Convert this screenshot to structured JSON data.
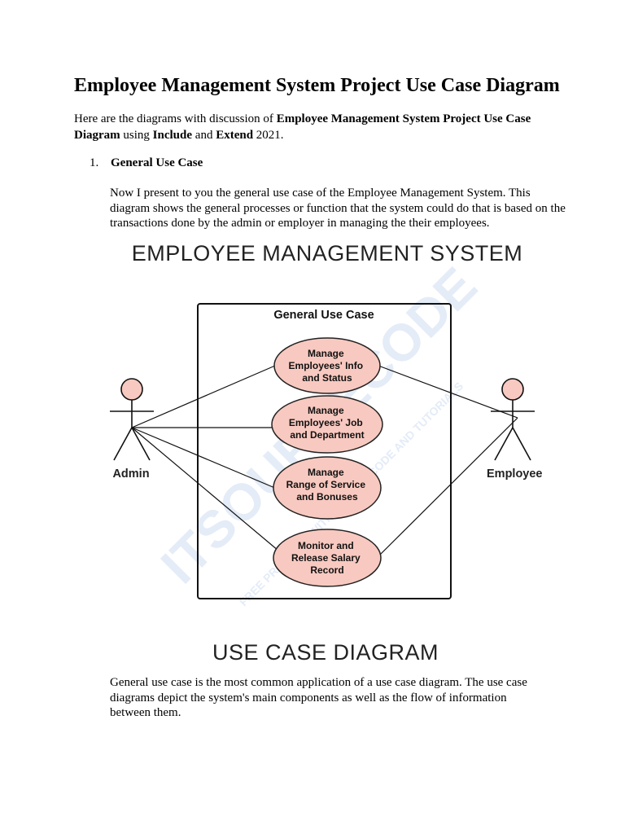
{
  "document": {
    "title": "Employee Management System Project Use Case Diagram",
    "intro": {
      "prefix": "Here are the diagrams with discussion of ",
      "bold_title": "Employee Management System Project Use Case Diagram",
      "mid1": " using ",
      "include": "Include",
      "mid2": " and ",
      "extend": "Extend",
      "suffix": " 2021."
    },
    "section": {
      "number": "1.",
      "title": "General Use Case"
    },
    "paragraph1": "Now I present to you the general use case of the Employee Management System. This diagram shows the general processes or function that the system could do that is based on the transactions done by the admin or employer in managing the their employees.",
    "paragraph2": "General use case is the most common application of a use case diagram. The use case diagrams depict the system's main components as well as the flow of information between them."
  },
  "diagram": {
    "header": "EMPLOYEE MANAGEMENT SYSTEM",
    "footer": "USE CASE DIAGRAM",
    "boundary_title": "General Use Case",
    "actors": {
      "left": "Admin",
      "right": "Employee"
    },
    "use_cases": [
      {
        "lines": [
          "Manage",
          "Employees' Info",
          "and Status"
        ]
      },
      {
        "lines": [
          "Manage",
          "Employees' Job",
          "and Department"
        ]
      },
      {
        "lines": [
          "Manage",
          "Range of Service",
          "and Bonuses"
        ]
      },
      {
        "lines": [
          "Monitor and",
          "Release Salary",
          "Record"
        ]
      }
    ],
    "watermark": {
      "text": "ITSOURCECODE",
      "subtext": "FREE PROJECTS WITH SOURCE CODE AND TUTORIALS"
    },
    "colors": {
      "use_case_fill": "#f8c9c0",
      "use_case_stroke": "#222222",
      "actor_head_fill": "#f8c9c0",
      "watermark": "#dbe6f5"
    }
  }
}
